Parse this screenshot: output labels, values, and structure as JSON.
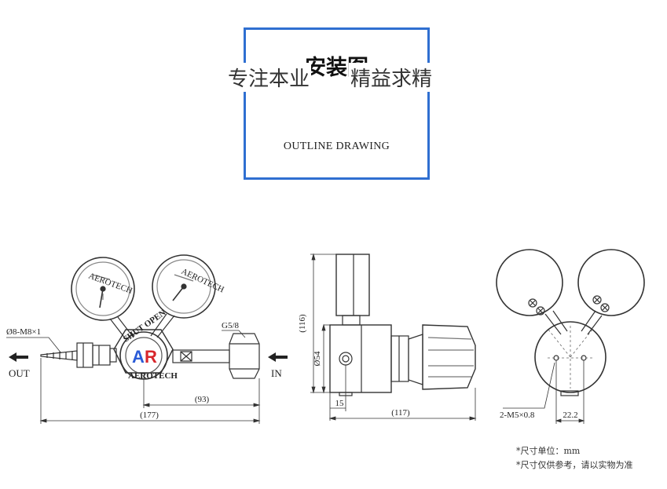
{
  "header": {
    "title": "安装图",
    "slogan_left": "专注本业",
    "slogan_right": "精益求精",
    "subtitle": "OUTLINE DRAWING"
  },
  "front_view": {
    "out_label": "OUT",
    "in_label": "IN",
    "outlet_thread": "Ø8-M8×1",
    "inlet_thread": "G5/8",
    "dim_total": "(177)",
    "dim_inlet": "(93)",
    "brand_logo": "AR",
    "brand_ring_top": "SHUT OPEN",
    "brand_ring_bottom": "AEROTECH",
    "gauge_brand": "AEROTECH"
  },
  "side_view": {
    "dim_height": "(116)",
    "dim_body": "Ø54",
    "dim_offset": "15",
    "dim_length": "(117)"
  },
  "back_view": {
    "mount_holes": "2-M5×0.8",
    "hole_spacing": "22.2"
  },
  "notes": {
    "unit": "*尺寸单位：mm",
    "disclaimer": "*尺寸仅供参考，请以实物为准"
  },
  "colors": {
    "frame": "#2f6fd1",
    "logo_blue": "#2a5bd7",
    "logo_red": "#d8262b"
  }
}
